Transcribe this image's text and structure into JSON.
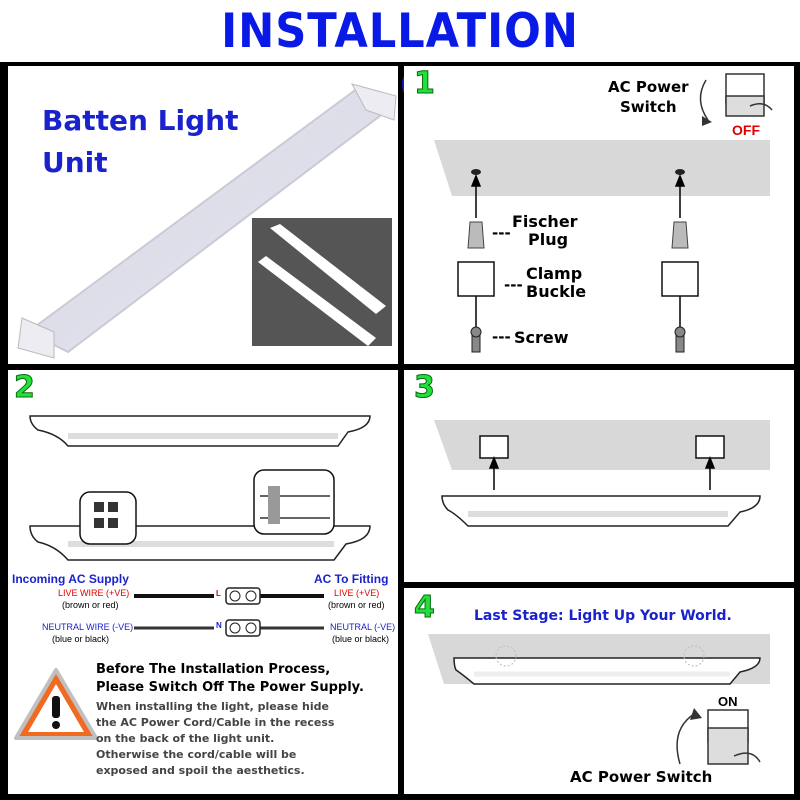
{
  "header": {
    "title": "INSTALLATION  INSTRUCTIONS"
  },
  "panel_unit": {
    "title_line1": "Batten Light",
    "title_line2": "Unit"
  },
  "step1": {
    "number": "1",
    "switch_label_line1": "AC Power",
    "switch_label_line2": "Switch",
    "switch_state": "OFF",
    "fischer_line1": "Fischer",
    "fischer_line2": "Plug",
    "clamp_line1": "Clamp",
    "clamp_line2": "Buckle",
    "screw": "Screw",
    "dashes": "---"
  },
  "step2": {
    "number": "2",
    "incoming": "Incoming AC Supply",
    "to_fitting": "AC To Fitting",
    "live_wire": "LIVE WIRE  (+VE)",
    "live_color": "(brown or red)",
    "neutral_wire": "NEUTRAL WIRE  (-VE)",
    "neutral_color": "(blue or black)",
    "live_wire_r": "LIVE  (+VE)",
    "neutral_wire_r": "NEUTRAL (-VE)",
    "term_l": "L",
    "term_n": "N"
  },
  "warning": {
    "heading_line1": "Before The Installation Process,",
    "heading_line2": "Please Switch Off The Power Supply.",
    "body": [
      "When installing the light, please hide",
      "the AC Power Cord/Cable in the recess",
      "on the back of the light unit.",
      "Otherwise the cord/cable will be",
      "exposed and spoil the aesthetics."
    ]
  },
  "step3": {
    "number": "3"
  },
  "step4": {
    "number": "4",
    "tagline": "Last Stage: Light Up Your World.",
    "switch_state": "ON",
    "switch_label": "AC Power Switch"
  },
  "colors": {
    "title_blue": "#0a1ae6",
    "step_green": "#22e03a",
    "off_red": "#e00000"
  }
}
